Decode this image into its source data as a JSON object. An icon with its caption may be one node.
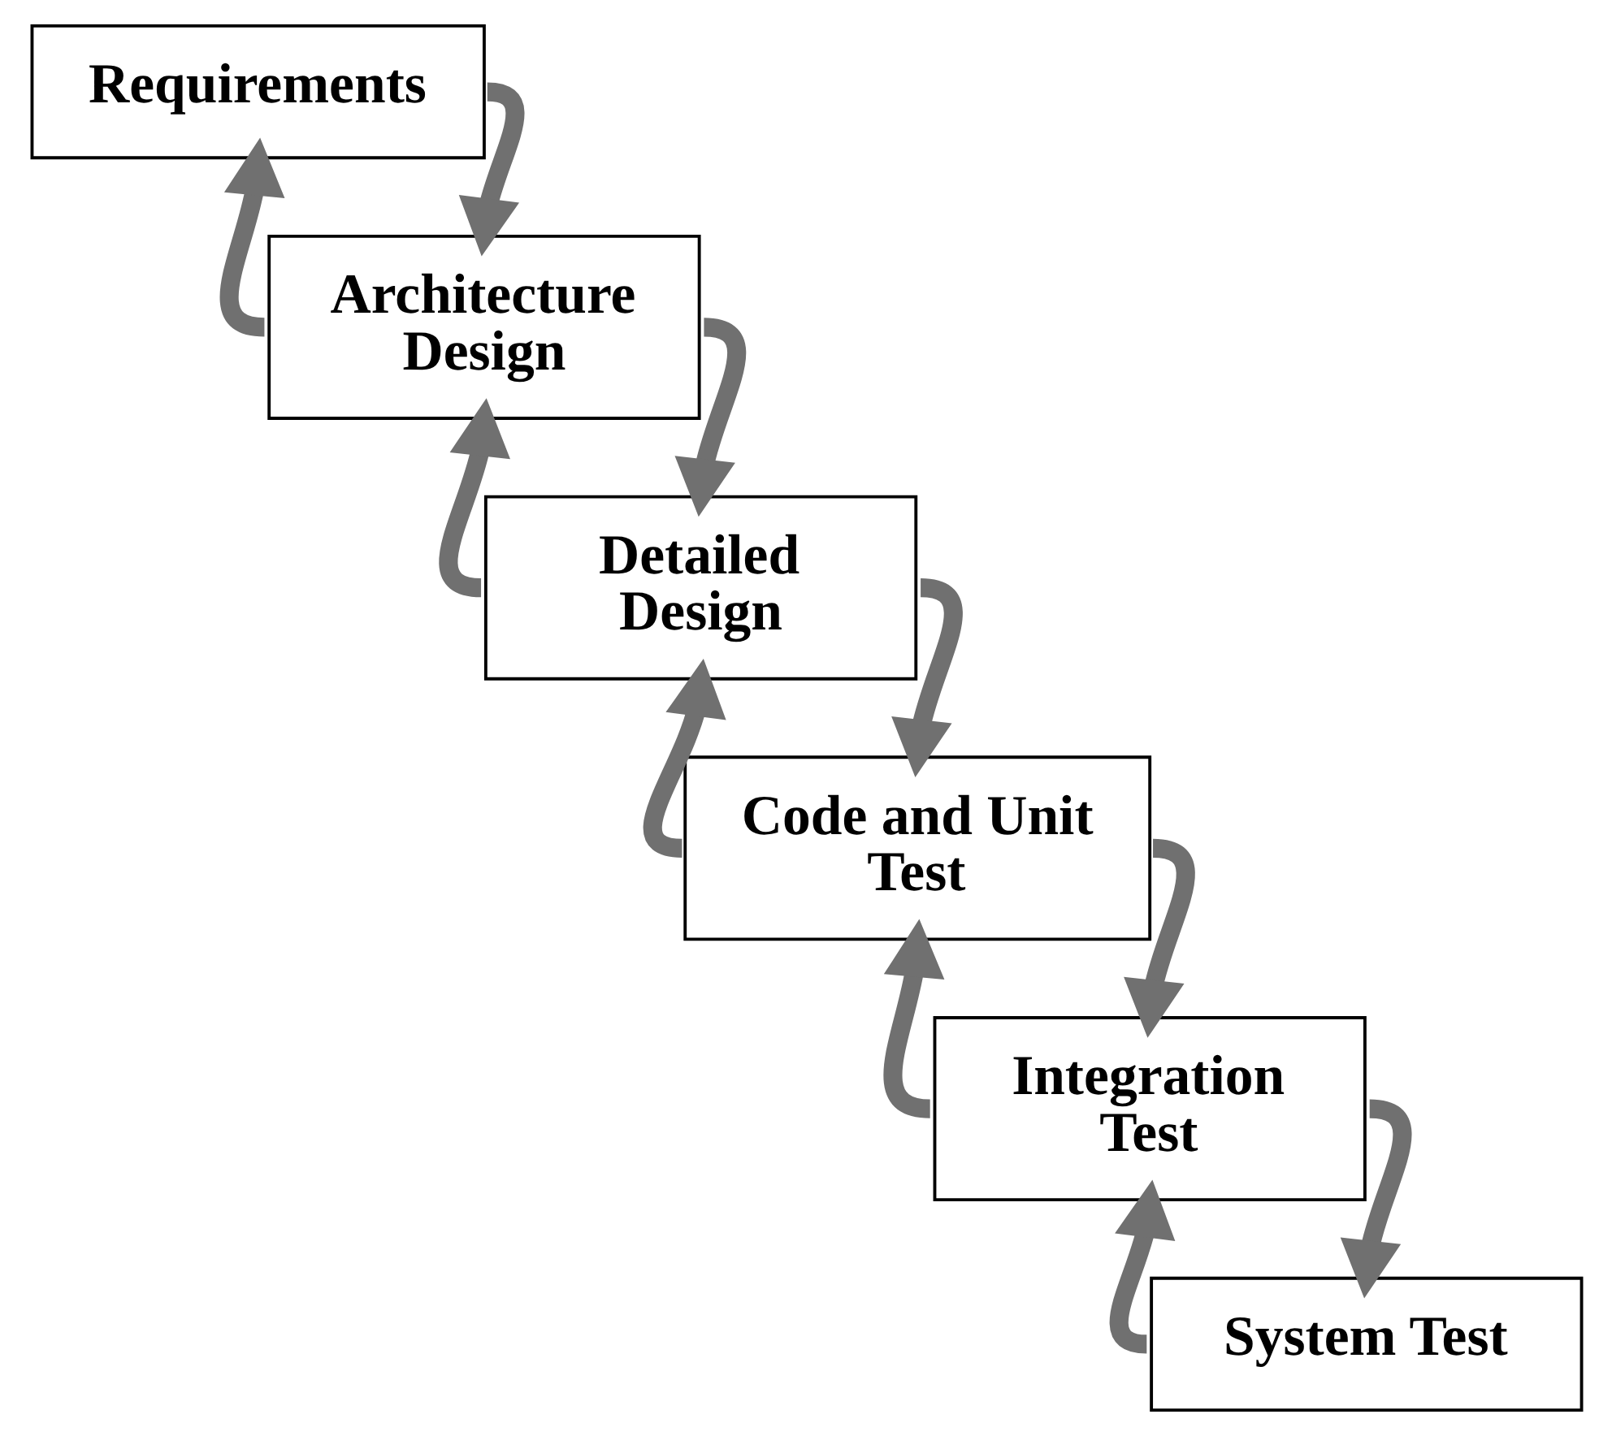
{
  "diagram": {
    "nodes": [
      {
        "text": [
          "Requirements"
        ]
      },
      {
        "text": [
          "Architecture Design"
        ]
      },
      {
        "text": [
          "Detailed Design"
        ]
      },
      {
        "text": [
          "Code and Unit Test"
        ]
      },
      {
        "text": [
          "Integration Test"
        ]
      },
      {
        "text": [
          "System Test"
        ]
      }
    ],
    "edges": [
      {
        "from": 0,
        "to": 1,
        "arrow": "to"
      },
      {
        "from": 1,
        "to": 0,
        "arrow": "to"
      },
      {
        "from": 1,
        "to": 2,
        "arrow": "to"
      },
      {
        "from": 2,
        "to": 1,
        "arrow": "to"
      },
      {
        "from": 2,
        "to": 3,
        "arrow": "to"
      },
      {
        "from": 3,
        "to": 2,
        "arrow": "to"
      },
      {
        "from": 3,
        "to": 4,
        "arrow": "to"
      },
      {
        "from": 4,
        "to": 3,
        "arrow": "to"
      },
      {
        "from": 4,
        "to": 5,
        "arrow": "to"
      },
      {
        "from": 5,
        "to": 4,
        "arrow": "to"
      }
    ]
  }
}
